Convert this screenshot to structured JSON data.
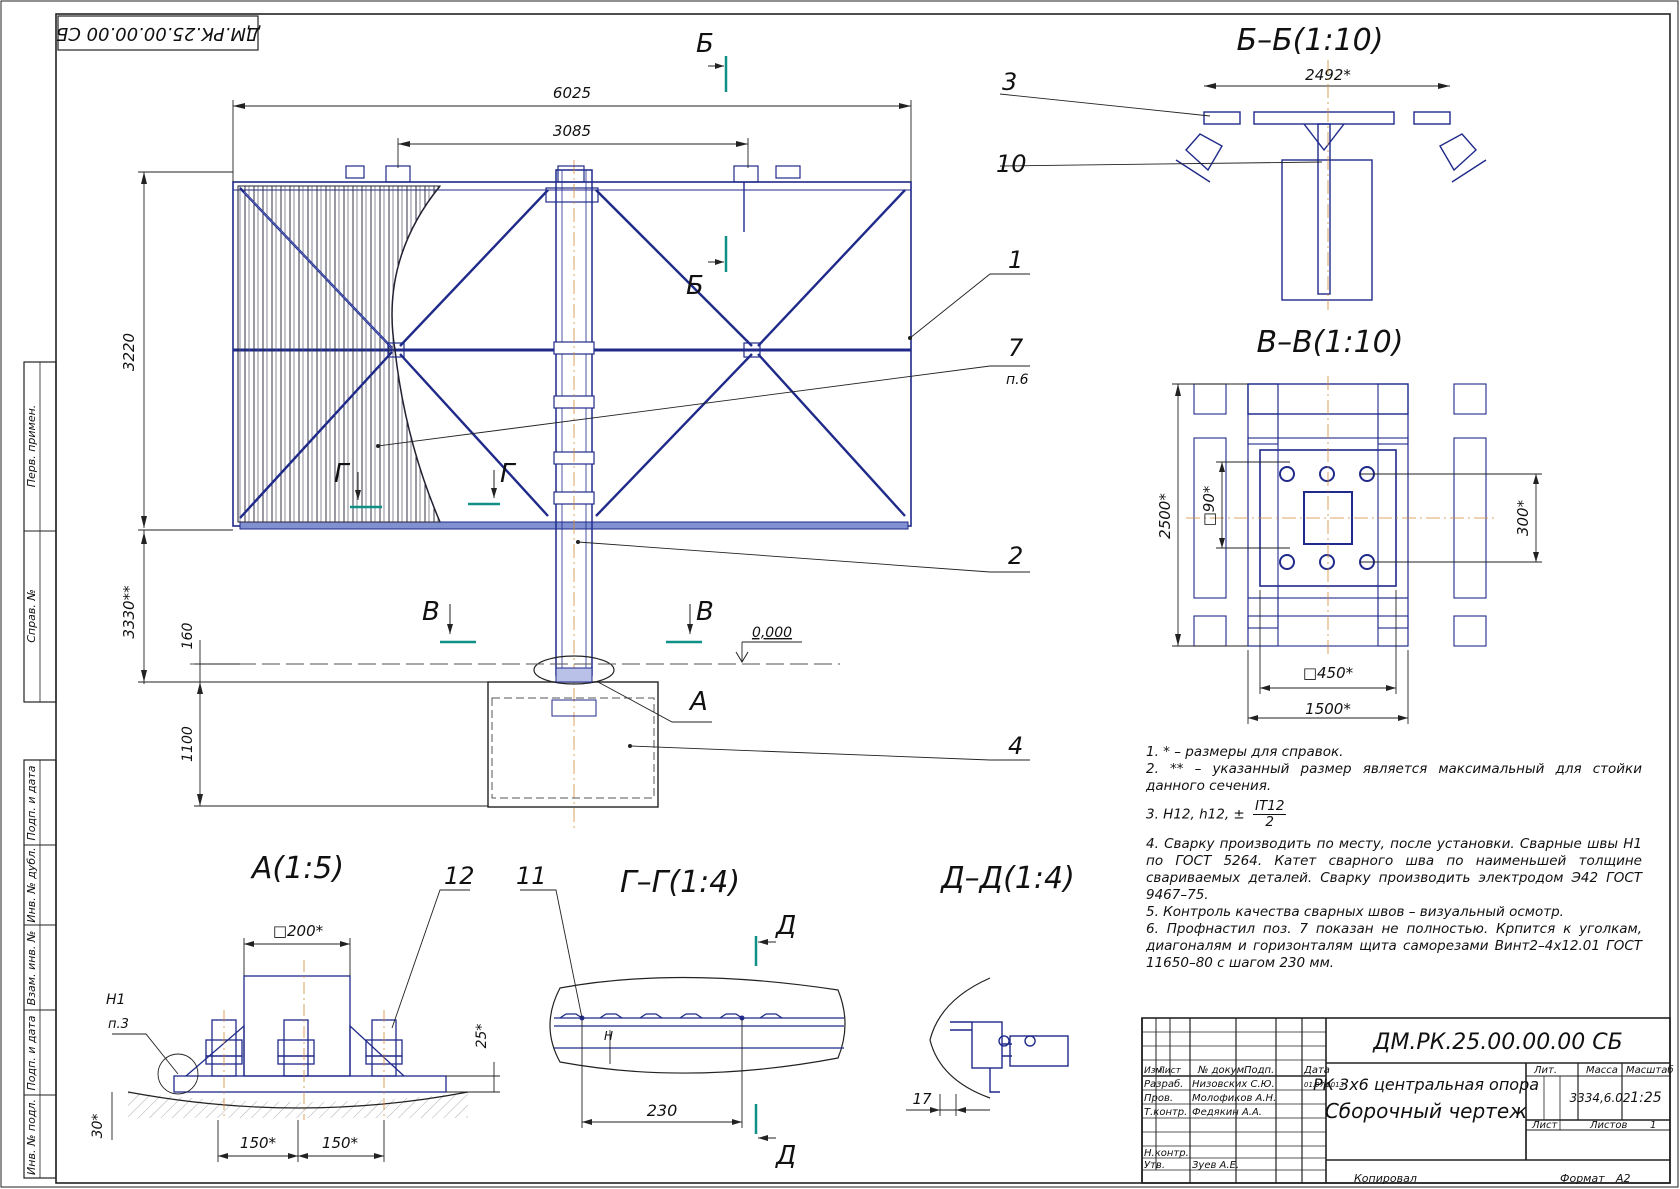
{
  "corner_designation": "ДМ.РК.25.00.00.00 СБ",
  "side_stamps": [
    "Перв. примен.",
    "Справ. №",
    "Подп. и дата",
    "Инв. № дубл.",
    "Взам. инв. №",
    "Подп. и дата",
    "Инв. № подл."
  ],
  "main_view": {
    "dimensions": {
      "overall_width": "6025",
      "inner_width": "3085",
      "panel_height": "3220",
      "post_height": "3330**",
      "upper_gap": "160",
      "foundation_depth": "1100"
    },
    "level_mark": "0,000",
    "section_marks": {
      "b_top": "Б",
      "b_bottom": "Б",
      "g_left": "Г",
      "g_right": "Г",
      "v_left": "В",
      "v_right": "В"
    },
    "detail_mark": "А",
    "positions": {
      "p1": "1",
      "p2": "2",
      "p4": "4",
      "p7": "7",
      "p7_note": "п.6"
    }
  },
  "section_bb": {
    "title": "Б–Б(1:10)",
    "dimension": "2492*",
    "pos3": "3",
    "pos10": "10"
  },
  "section_vv": {
    "title": "В–В(1:10)",
    "dim_height": "2500*",
    "dim_square90": "□90*",
    "dim_300": "300*",
    "dim_square450": "□450*",
    "dim_width": "1500*"
  },
  "detail_a": {
    "title": "А(1:5)",
    "dim_square200": "□200*",
    "weld": "Н1",
    "weld_note": "п.3",
    "pos12": "12",
    "dim_25": "25*",
    "dim_30": "30*",
    "dim_150a": "150*",
    "dim_150b": "150*"
  },
  "section_gg": {
    "title": "Г–Г(1:4)",
    "pos11": "11",
    "dim_230": "230",
    "mark_d_top": "Д",
    "mark_d_bottom": "Д",
    "weld": "Н"
  },
  "section_dd": {
    "title": "Д–Д(1:4)",
    "dim_17": "17"
  },
  "notes": {
    "n1": "1. * – размеры для справок.",
    "n2": "2. ** – указанный размер является максимальный для стойки данного сечения.",
    "n3_prefix": "3. Н12, h12, ±",
    "n3_num": "IT12",
    "n3_den": "2",
    "n4": "4. Сварку производить по месту, после установки. Сварные швы Н1 по ГОСТ 5264. Катет сварного шва по наименьшей толщине свариваемых деталей. Сварку производить электродом Э42 ГОСТ 9467–75.",
    "n5": "5. Контроль качества сварных швов – визуальный осмотр.",
    "n6": "6. Профнастил поз. 7 показан не полностью. Крпится к уголкам, диагоналям и горизонталям щита саморезами Винт2–4х12.01 ГОСТ 11650–80 с шагом 230 мм."
  },
  "title_block": {
    "designation": "ДМ.РК.25.00.00.00 СБ",
    "product_name": "РК 3х6 центральная опора",
    "doc_type": "Сборочный чертеж",
    "col_headers": {
      "izm": "Изм.",
      "list": "Лист",
      "doc_no": "№ докум.",
      "sign": "Подп.",
      "date": "Дата"
    },
    "roles": {
      "razrab": "Разраб.",
      "prov": "Пров.",
      "tkontr": "Т.контр.",
      "nkontr": "Н.контр.",
      "utv": "Утв."
    },
    "names": {
      "razrab": "Низовских С.Ю.",
      "prov": "Молофиков А.Н.",
      "tkontr": "Федякин А.А.",
      "utv": "Зуев А.Е."
    },
    "date": "01.07.2013",
    "lit_label": "Лит.",
    "mass_label": "Масса",
    "scale_label": "Масштаб",
    "mass": "3334,6.02",
    "scale": "1:25",
    "sheet_label": "Лист",
    "sheets_label": "Листов",
    "sheets_value": "1"
  },
  "footer": {
    "copied": "Копировал",
    "format_label": "Формат",
    "format_value": "А2"
  }
}
